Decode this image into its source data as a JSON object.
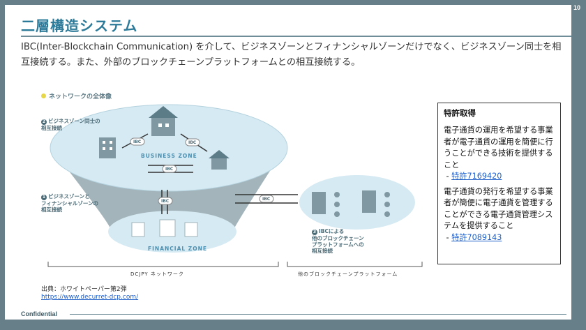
{
  "page_number": "10",
  "title": "二層構造システム",
  "intro": "IBC(Inter-Blockchain Communication) を介して、ビジネスゾーンとフィナンシャルゾーンだけでなく、ビジネスゾーン同士を相互接続する。また、外部のブロックチェーンプラットフォームとの相互接続する。",
  "diagram": {
    "heading": "ネットワークの全体像",
    "label_1_num": "1",
    "label_1": "ビジネスゾーンと\nフィナンシャルゾーンの\n相互接続",
    "label_2_num": "2",
    "label_2": "ビジネスゾーン同士の\n相互接続",
    "label_3_num": "3",
    "label_3": "IBCによる\n他のブロックチェーン\nプラットフォームへの\n相互接続",
    "business_zone": "BUSINESS ZONE",
    "financial_zone": "FINANCIAL ZONE",
    "ibc": "IBC",
    "footer_left": "DCJPY ネットワーク",
    "footer_right": "他のブロックチェーンプラットフォーム",
    "colors": {
      "funnel": "#9fb2ba",
      "zone": "#c9e3ef",
      "accent": "#e6d64a"
    }
  },
  "source": {
    "label": "出典：ホワイトペーパー第2弾",
    "url": "https://www.decurret-dcp.com/"
  },
  "patent": {
    "title": "特許取得",
    "item1_text": "電子通貨の運用を希望する事業者が電子通貨の運用を簡便に行うことができる技術を提供すること",
    "item1_prefix": " - ",
    "item1_link": "特許7169420",
    "item2_text": "電子通貨の発行を希望する事業者が簡便に電子通貨を管理することができる電子通貨管理システムを提供すること",
    "item2_prefix": " - ",
    "item2_link": "特許7089143"
  },
  "footer": {
    "confidential": "Confidential"
  }
}
